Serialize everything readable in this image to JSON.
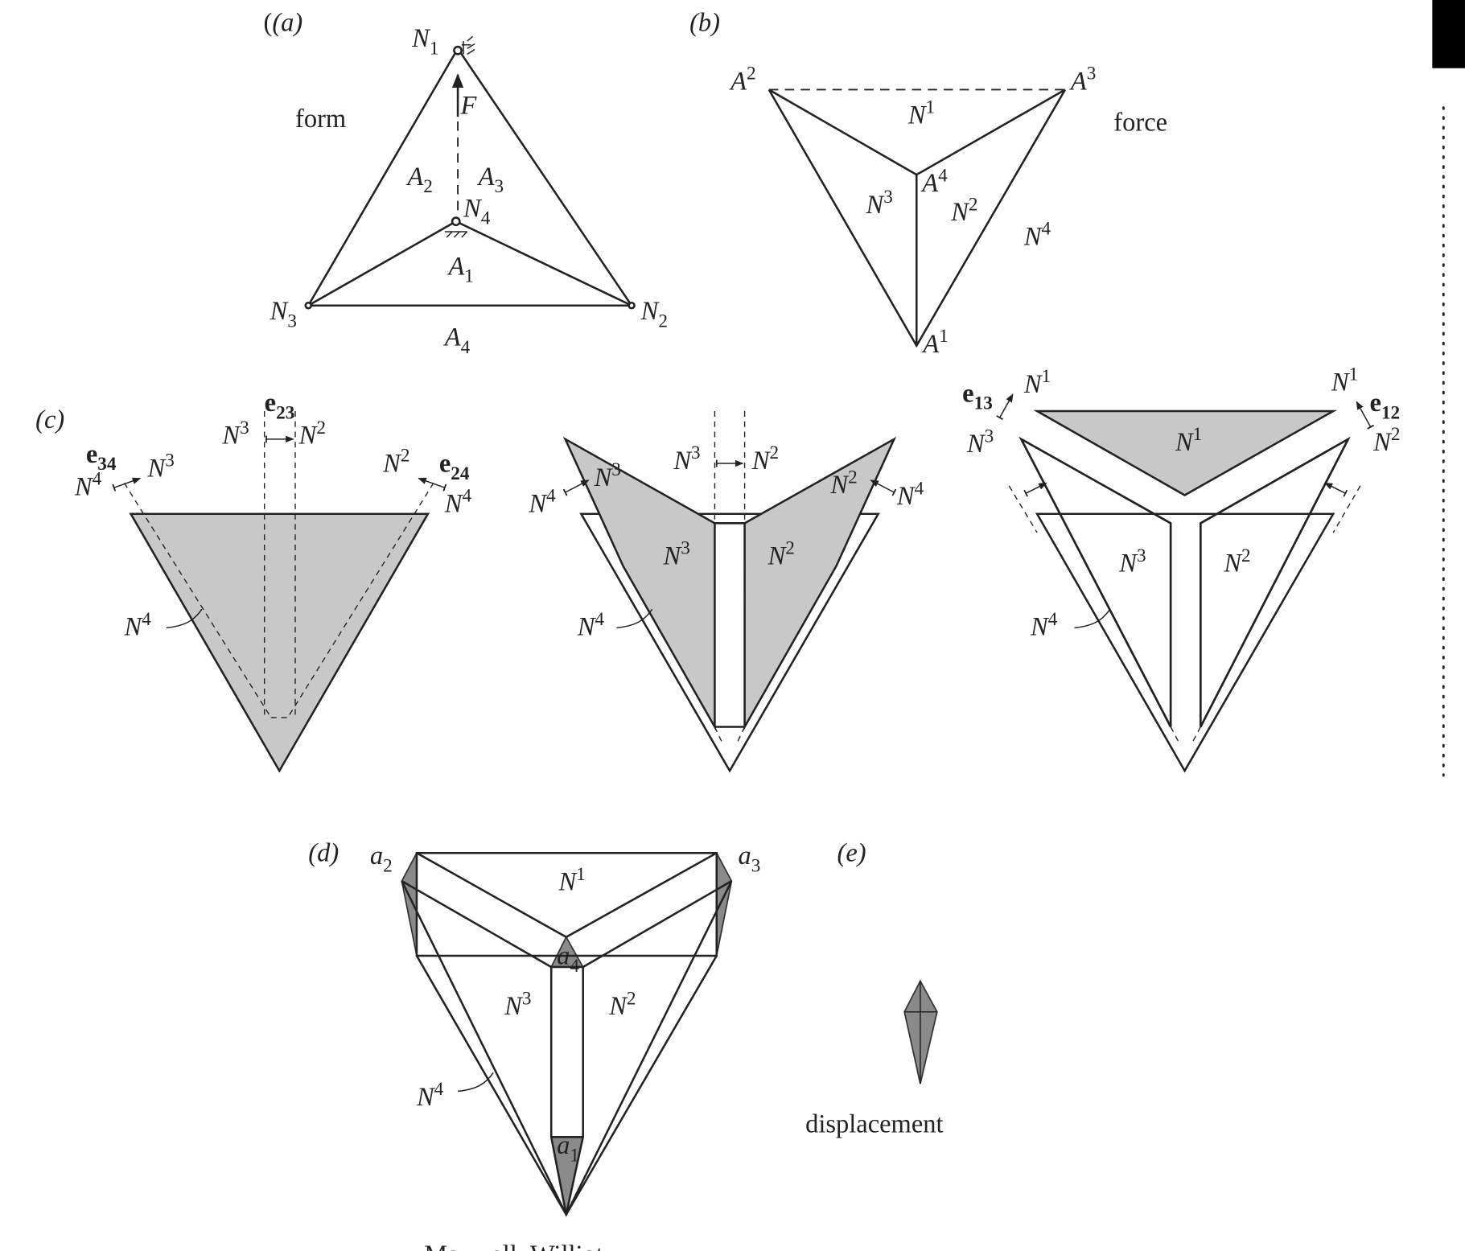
{
  "panels": {
    "a": "(a)",
    "b": "(b)",
    "c": "(c)",
    "d": "(d)",
    "e": "(e)"
  },
  "captions": {
    "form": "form",
    "force": "force",
    "displacement": "displacement",
    "maxwell_williot": "Maxwell–Williot"
  },
  "colors": {
    "fill_light": "#c8c8c8",
    "fill_dark": "#8a8a8a",
    "ink": "#222222"
  },
  "labels": {
    "a": {
      "N1": {
        "b": "N",
        "sub": "1"
      },
      "N2": {
        "b": "N",
        "sub": "2"
      },
      "N3": {
        "b": "N",
        "sub": "3"
      },
      "N4": {
        "b": "N",
        "sub": "4"
      },
      "A1": {
        "b": "A",
        "sub": "1"
      },
      "A2": {
        "b": "A",
        "sub": "2"
      },
      "A3": {
        "b": "A",
        "sub": "3"
      },
      "A4": {
        "b": "A",
        "sub": "4"
      },
      "F": {
        "b": "F"
      }
    },
    "b": {
      "A1": {
        "b": "A",
        "sup": "1"
      },
      "A2": {
        "b": "A",
        "sup": "2"
      },
      "A3": {
        "b": "A",
        "sup": "3"
      },
      "A4": {
        "b": "A",
        "sup": "4"
      },
      "N1": {
        "b": "N",
        "sup": "1"
      },
      "N2": {
        "b": "N",
        "sup": "2"
      },
      "N3": {
        "b": "N",
        "sup": "3"
      },
      "N4": {
        "b": "N",
        "sup": "4"
      }
    },
    "c": {
      "e34": {
        "b": "e",
        "sub": "34"
      },
      "e23": {
        "b": "e",
        "sub": "23"
      },
      "e24": {
        "b": "e",
        "sub": "24"
      },
      "e13": {
        "b": "e",
        "sub": "13"
      },
      "e12": {
        "b": "e",
        "sub": "12"
      },
      "N1": {
        "b": "N",
        "sup": "1"
      },
      "N2": {
        "b": "N",
        "sup": "2"
      },
      "N3": {
        "b": "N",
        "sup": "3"
      },
      "N4": {
        "b": "N",
        "sup": "4"
      }
    },
    "d": {
      "a1": {
        "b": "a",
        "sub": "1"
      },
      "a2": {
        "b": "a",
        "sub": "2"
      },
      "a3": {
        "b": "a",
        "sub": "3"
      },
      "a4": {
        "b": "a",
        "sub": "4"
      },
      "N1": {
        "b": "N",
        "sup": "1"
      },
      "N2": {
        "b": "N",
        "sup": "2"
      },
      "N3": {
        "b": "N",
        "sup": "3"
      },
      "N4": {
        "b": "N",
        "sup": "4"
      }
    }
  }
}
